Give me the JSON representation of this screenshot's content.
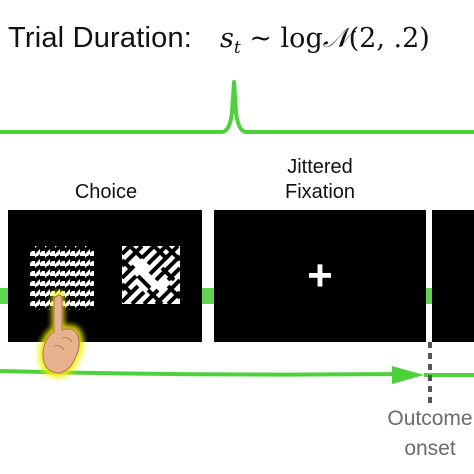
{
  "title": {
    "label": "Trial Duration:",
    "formula_var": "s",
    "formula_sub": "t",
    "formula_rest": "~ log",
    "formula_dist": "𝒩",
    "formula_params": "(2, .2)"
  },
  "panels": {
    "choice_label": "Choice",
    "fixation_label_line1": "Jittered",
    "fixation_label_line2": "Fixation",
    "fixation_symbol": "+"
  },
  "outcome": {
    "label_line1": "Outcome",
    "label_line2": "onset"
  },
  "icons": {
    "hand": "pointing-hand-icon",
    "checker": "checkerboard-pattern",
    "maze": "maze-pattern"
  },
  "colors": {
    "green": "#4dd13a",
    "panel": "#000000",
    "outcome_text": "#6b6b6b",
    "hand_glow": "#f3ef00"
  }
}
